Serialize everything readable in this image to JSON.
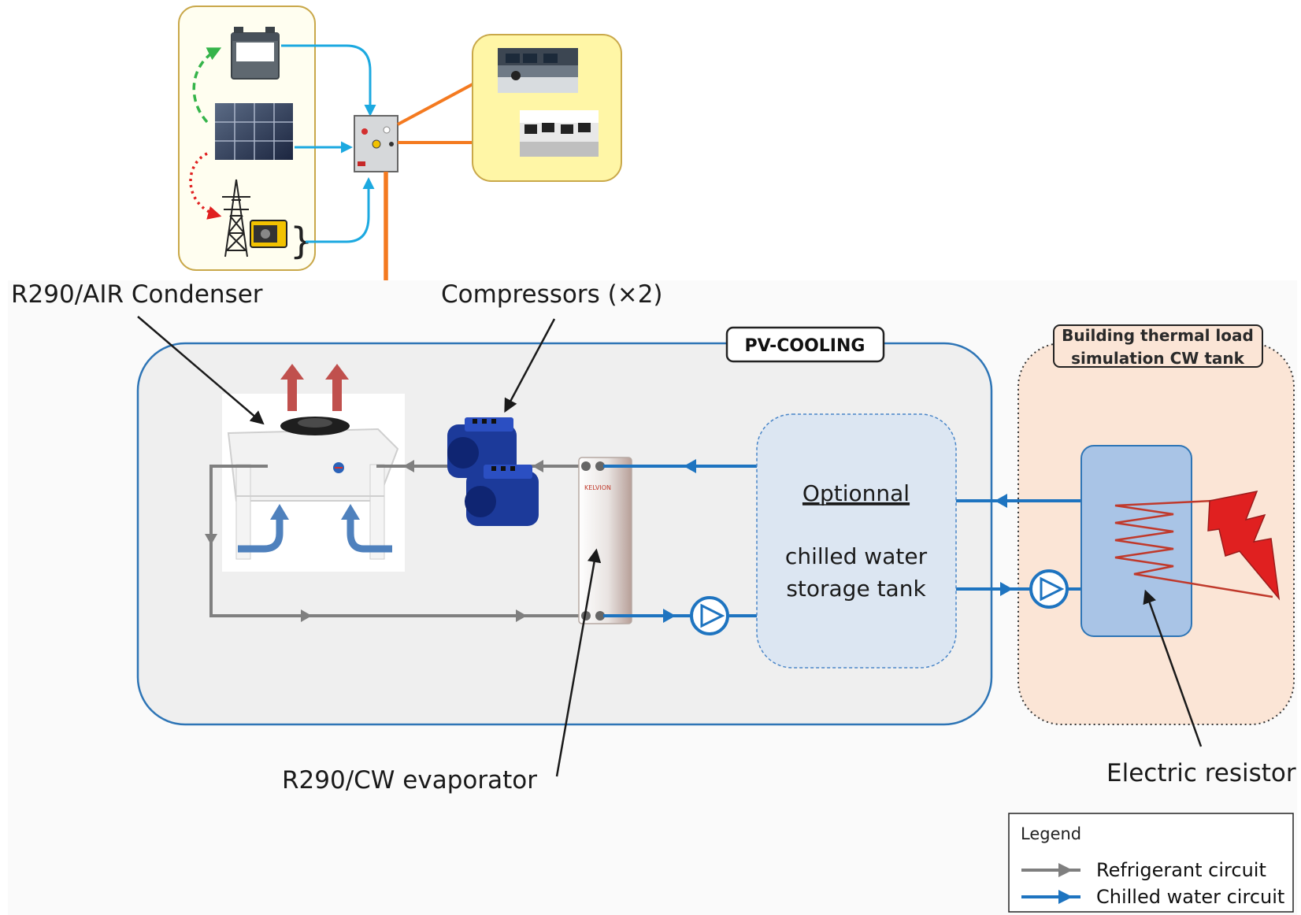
{
  "labels": {
    "condenser": "R290/AIR Condenser",
    "compressors": "Compressors (×2)",
    "evaporator": "R290/CW evaporator",
    "resistor": "Electric resistor"
  },
  "system_box": {
    "title": "PV-COOLING"
  },
  "load_box": {
    "title_line1": "Building thermal load",
    "title_line2": "simulation CW tank"
  },
  "tank": {
    "line1": "Optionnal",
    "line2": "chilled water",
    "line3": "storage tank"
  },
  "legend": {
    "title": "Legend",
    "items": [
      {
        "label": "Refrigerant circuit",
        "color": "#7f7f7f"
      },
      {
        "label": "Chilled water circuit",
        "color": "#1e74c0"
      }
    ]
  },
  "colors": {
    "refrigerant": "#7f7f7f",
    "chilled_water": "#1e74c0",
    "power_supply": "#1ca9e0",
    "power_out": "#f47a20",
    "system_fill": "#efefef",
    "system_border": "#2e75b6",
    "load_fill": "#fbe5d6",
    "tank_fill": "#dce6f2",
    "hot_tank_fill": "#a9c4e6",
    "resistor": "#c0392b",
    "sources_fill": "#fffef0",
    "sources_border": "#c9a84a",
    "users_fill": "#fff6a6"
  },
  "icons": [
    "battery-icon",
    "solar-panel-icon",
    "power-pylon-icon",
    "generator-icon",
    "control-box-icon",
    "control-room-photo-icon",
    "computer-lab-photo-icon",
    "fan-icon",
    "compressor-icon",
    "plate-heat-exchanger-icon",
    "pump-icon",
    "lightning-icon",
    "resistor-coil-icon"
  ]
}
